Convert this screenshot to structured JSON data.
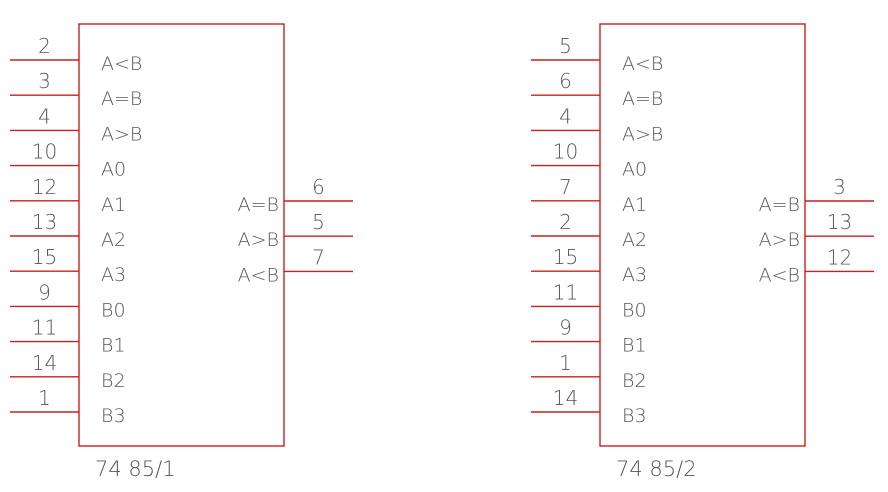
{
  "components": [
    {
      "ref": "74 85/1",
      "inputs": [
        {
          "pin": "2",
          "label": "A<B"
        },
        {
          "pin": "3",
          "label": "A=B"
        },
        {
          "pin": "4",
          "label": "A>B"
        },
        {
          "pin": "10",
          "label": "A0"
        },
        {
          "pin": "12",
          "label": "A1"
        },
        {
          "pin": "13",
          "label": "A2"
        },
        {
          "pin": "15",
          "label": "A3"
        },
        {
          "pin": "9",
          "label": "B0"
        },
        {
          "pin": "11",
          "label": "B1"
        },
        {
          "pin": "14",
          "label": "B2"
        },
        {
          "pin": "1",
          "label": "B3"
        }
      ],
      "outputs": [
        {
          "pin": "6",
          "label": "A=B"
        },
        {
          "pin": "5",
          "label": "A>B"
        },
        {
          "pin": "7",
          "label": "A<B"
        }
      ]
    },
    {
      "ref": "74 85/2",
      "inputs": [
        {
          "pin": "5",
          "label": "A<B"
        },
        {
          "pin": "6",
          "label": "A=B"
        },
        {
          "pin": "4",
          "label": "A>B"
        },
        {
          "pin": "10",
          "label": "A0"
        },
        {
          "pin": "7",
          "label": "A1"
        },
        {
          "pin": "2",
          "label": "A2"
        },
        {
          "pin": "15",
          "label": "A3"
        },
        {
          "pin": "11",
          "label": "B0"
        },
        {
          "pin": "9",
          "label": "B1"
        },
        {
          "pin": "1",
          "label": "B2"
        },
        {
          "pin": "14",
          "label": "B3"
        }
      ],
      "outputs": [
        {
          "pin": "3",
          "label": "A=B"
        },
        {
          "pin": "13",
          "label": "A>B"
        },
        {
          "pin": "12",
          "label": "A<B"
        }
      ]
    }
  ]
}
